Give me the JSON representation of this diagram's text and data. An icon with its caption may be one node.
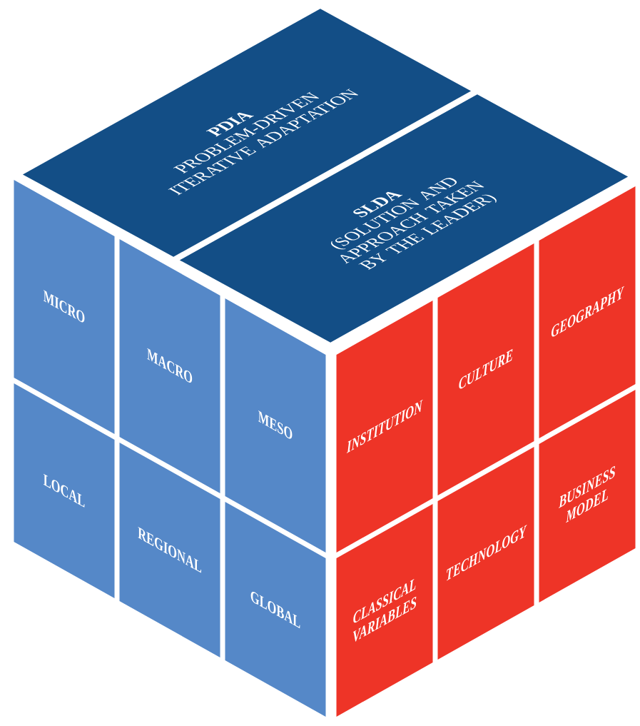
{
  "diagram": {
    "nodes": [
      {
        "text": [
          "PDIA",
          "PROBLEM-DRIVEN ITERATIVE ADAPTATION"
        ]
      },
      {
        "text": [
          "SLDA",
          "(SOLUTION AND APPROACH TAKEN BY THE LEADER)"
        ]
      },
      {
        "text": [
          "MICRO"
        ]
      },
      {
        "text": [
          "MACRO"
        ]
      },
      {
        "text": [
          "MESO"
        ]
      },
      {
        "text": [
          "LOCAL"
        ]
      },
      {
        "text": [
          "REGIONAL"
        ]
      },
      {
        "text": [
          "GLOBAL"
        ]
      },
      {
        "text": [
          "INSTITUTION"
        ]
      },
      {
        "text": [
          "CULTURE"
        ]
      },
      {
        "text": [
          "GEOGRAPHY"
        ]
      },
      {
        "text": [
          "CLASSICAL VARIABLES"
        ]
      },
      {
        "text": [
          "TECHNOLOGY"
        ]
      },
      {
        "text": [
          "BUSINESS MODEL"
        ]
      }
    ]
  }
}
